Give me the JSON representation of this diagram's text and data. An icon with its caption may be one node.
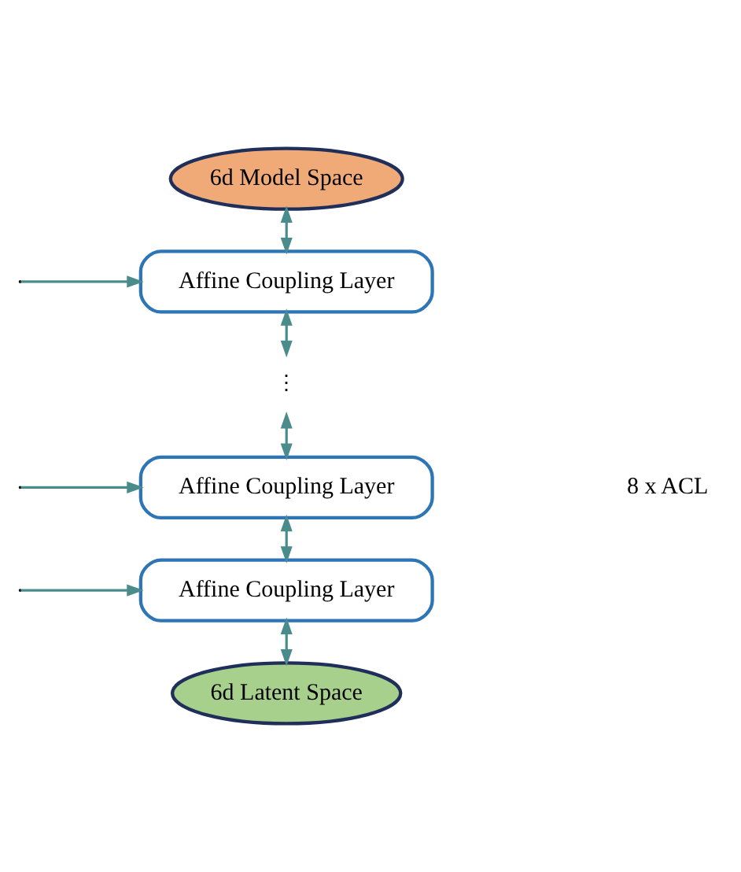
{
  "diagram": {
    "nodes": [
      {
        "text": [
          "6d Model Space"
        ]
      },
      {
        "text": [
          "Affine Coupling Layer"
        ]
      },
      {
        "text": [
          "⋮"
        ]
      },
      {
        "text": [
          "Affine Coupling Layer"
        ]
      },
      {
        "text": [
          "Affine Coupling Layer"
        ]
      },
      {
        "text": [
          "6d Latent Space"
        ]
      }
    ],
    "edges": [
      {
        "from": 0,
        "to": 1,
        "arrow": "both"
      },
      {
        "from": 1,
        "to": 2,
        "arrow": "both"
      },
      {
        "from": 2,
        "to": 3,
        "arrow": "both"
      },
      {
        "from": 3,
        "to": 4,
        "arrow": "both"
      },
      {
        "from": 4,
        "to": 5,
        "arrow": "both"
      },
      {
        "from": null,
        "to": 1,
        "arrow": "to"
      },
      {
        "from": null,
        "to": 3,
        "arrow": "to"
      },
      {
        "from": null,
        "to": 4,
        "arrow": "to"
      }
    ],
    "labels": [
      "8 x ACL"
    ]
  }
}
